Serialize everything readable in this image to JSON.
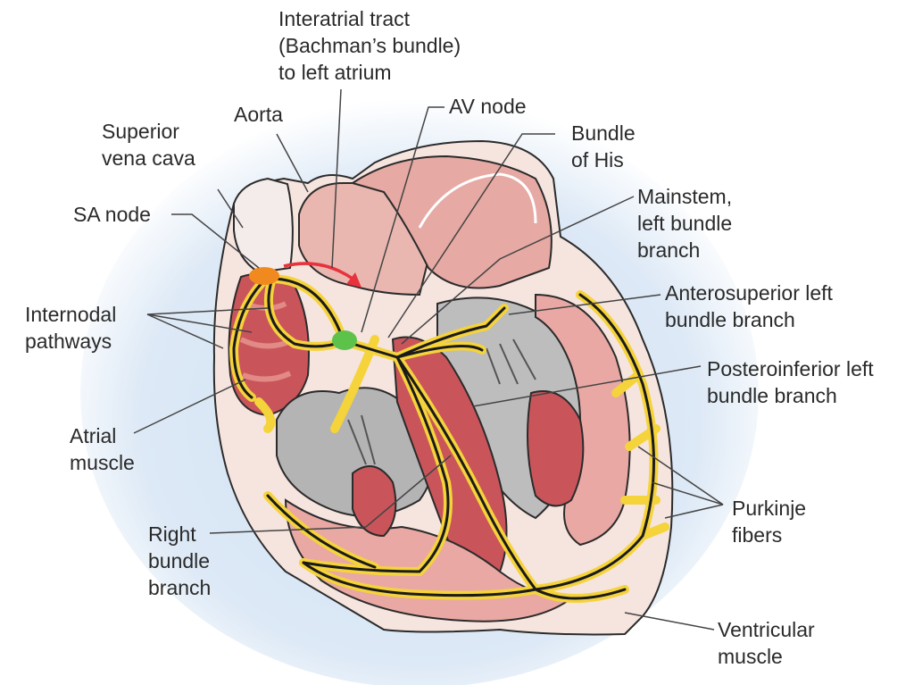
{
  "labels": {
    "interatrial": [
      "Interatrial tract",
      "(Bachman’s bundle)",
      "to left atrium"
    ],
    "aorta": [
      "Aorta"
    ],
    "av_node": [
      "AV node"
    ],
    "bundle_his": [
      "Bundle",
      "of His"
    ],
    "superior_vena_cava": [
      "Superior",
      "vena cava"
    ],
    "sa_node": [
      "SA node"
    ],
    "mainstem": [
      "Mainstem,",
      "left bundle",
      "branch"
    ],
    "anterosuperior": [
      "Anterosuperior left",
      "bundle branch"
    ],
    "internodal": [
      "Internodal",
      "pathways"
    ],
    "posteroinferior": [
      "Posteroinferior left",
      "bundle branch"
    ],
    "atrial_muscle": [
      "Atrial",
      "muscle"
    ],
    "purkinje": [
      "Purkinje",
      "fibers"
    ],
    "right_bundle": [
      "Right",
      "bundle",
      "branch"
    ],
    "ventricular_muscle": [
      "Ventricular",
      "muscle"
    ]
  },
  "colors": {
    "background_glow": "#cfe0f3",
    "heart_outer": "#f6e4de",
    "chamber_pink": "#e9a8a3",
    "muscle_red": "#c9555a",
    "cavity_gray": "#b4b4b4",
    "conduction_yellow": "#f5d33a",
    "conduction_core": "#1a1a1a",
    "sa_node": "#f08a1e",
    "av_node": "#5cc24a",
    "arrow_red": "#e8323c"
  }
}
